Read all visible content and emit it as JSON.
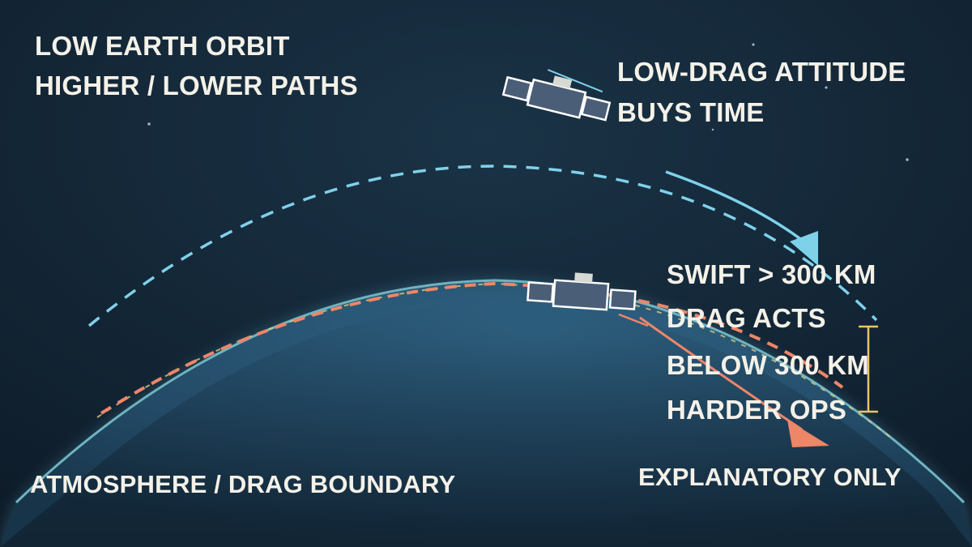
{
  "labels": {
    "heading_line1": "LOW EARTH ORBIT",
    "heading_line2": "HIGHER / LOWER PATHS",
    "attitude_line1": "LOW-DRAG ATTITUDE",
    "attitude_line2": "BUYS TIME",
    "swift": "SWIFT > 300 KM",
    "drag_acts": "DRAG ACTS",
    "below": "BELOW 300 KM",
    "harder_ops": "HARDER OPS",
    "boundary": "ATMOSPHERE / DRAG BOUNDARY",
    "note": "EXPLANATORY ONLY"
  },
  "colors": {
    "background": "#0f1d2b",
    "earth": "#2b5473",
    "horizon_line": "#6fb3bf",
    "high_orbit": "#7fd1ea",
    "low_orbit": "#ee8668",
    "altitude_bracket": "#e9c46a",
    "satellite_body": "#4a5e77",
    "satellite_outline": "#ffffff",
    "text": "#f4f1e8"
  },
  "icons": {
    "upper_satellite": "satellite-icon",
    "lower_satellite": "satellite-icon",
    "high_orbit_arrow": "arrow-head-icon",
    "low_orbit_arrow": "arrow-head-icon"
  }
}
